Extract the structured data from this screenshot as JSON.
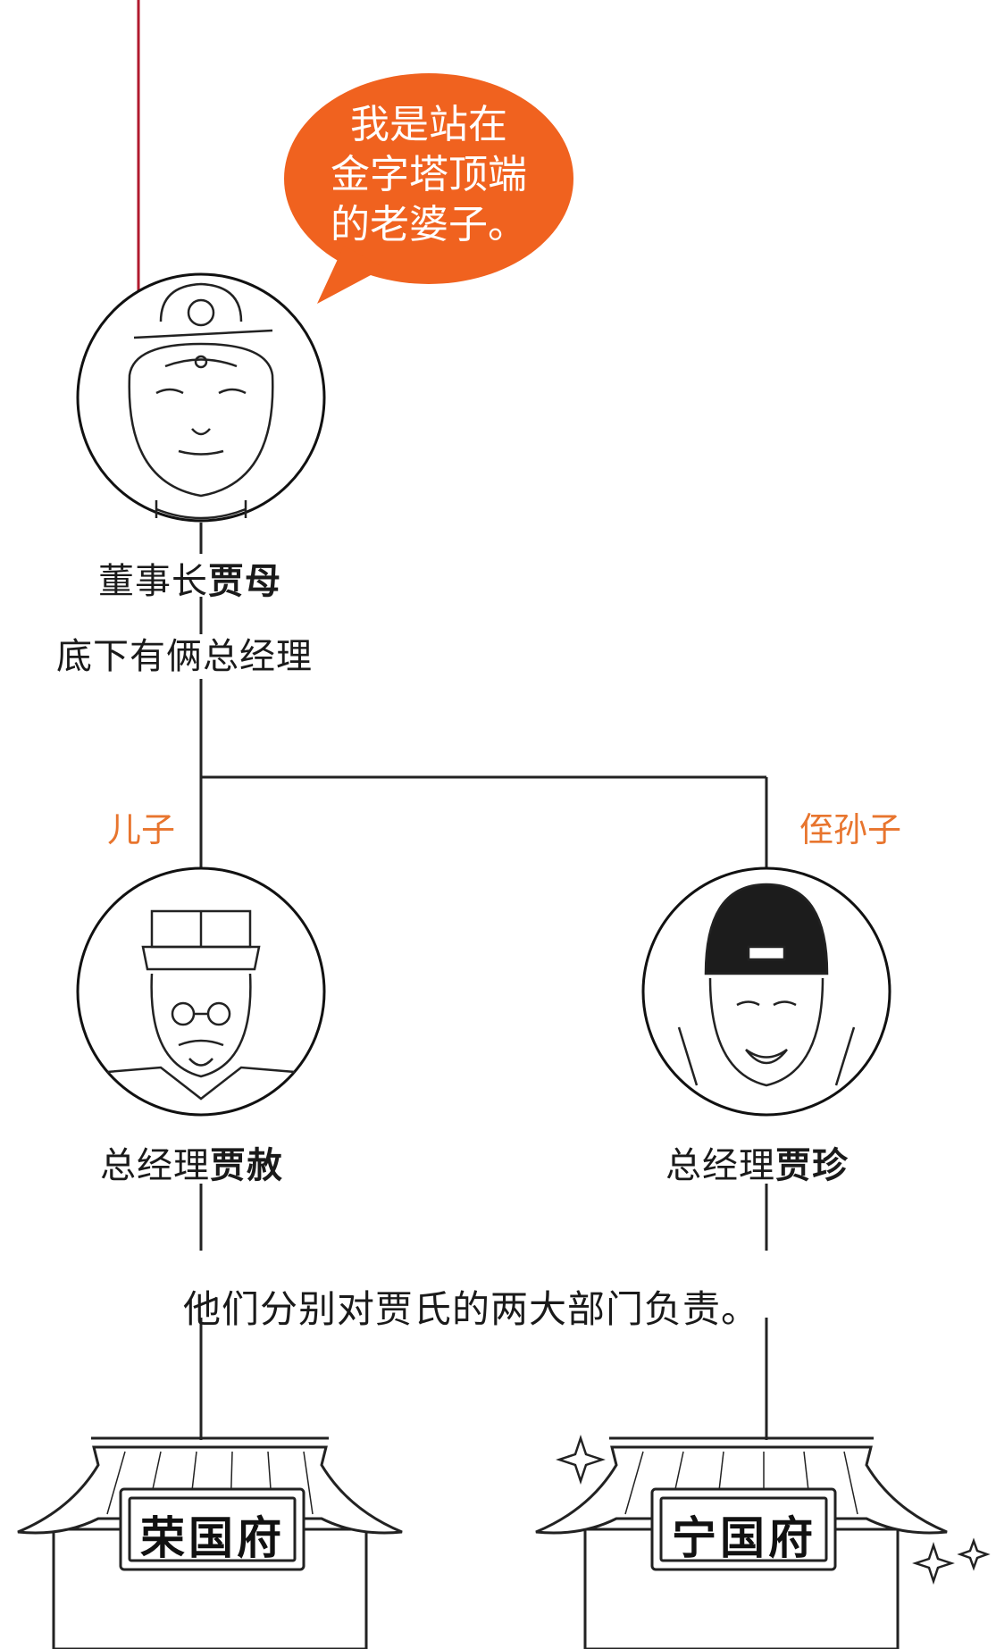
{
  "speech": {
    "lines": [
      "我是站在",
      "金字塔顶端",
      "的老婆子。"
    ],
    "color": "#f0621f"
  },
  "root": {
    "title": "董事长",
    "name": "贾母",
    "note": "底下有俩总经理"
  },
  "branches": [
    {
      "relation": "儿子",
      "title": "总经理",
      "name": "贾赦",
      "mansion": "荣国府"
    },
    {
      "relation": "侄孙子",
      "title": "总经理",
      "name": "贾珍",
      "mansion": "宁国府"
    }
  ],
  "caption": "他们分别对贾氏的两大部门负责。",
  "accent_color": "#e8752e",
  "line_color": "#222222"
}
